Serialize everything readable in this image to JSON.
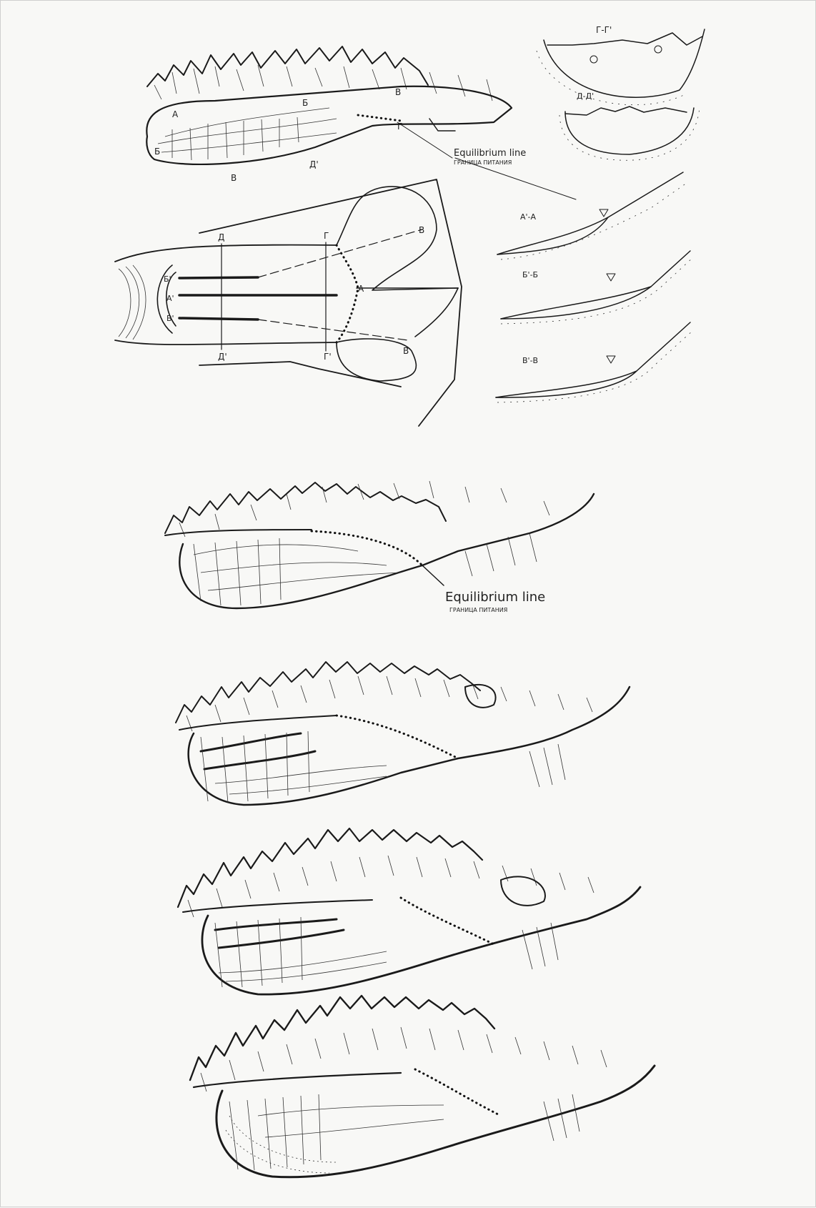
{
  "figure": {
    "top_section": {
      "equilibrium_label_en": "Equilibrium line",
      "equilibrium_label_ru": "ГРАНИЦА ПИТАНИЯ",
      "block_letters": [
        "А",
        "Б",
        "В",
        "Д'",
        "Г",
        "Б",
        "В"
      ],
      "plan_letters": {
        "d_top": "Д",
        "g_top": "Г",
        "d_bottom": "Д'",
        "g_bottom": "Г'",
        "b_left": "Б'",
        "a_left": "А'",
        "v_left": "В'",
        "a_mid": "А",
        "v_top": "В",
        "v_bottom": "В"
      },
      "sections": [
        "Г-Г'",
        "Д-Д'",
        "А'-А",
        "Б'-Б",
        "В'-В"
      ]
    },
    "sketch_2": {
      "equilibrium_label_en": "Equilibrium line",
      "equilibrium_label_ru": "ГРАНИЦА   ПИТАНИЯ"
    },
    "sketches": [
      "glacier-sketch-3",
      "glacier-sketch-4",
      "glacier-sketch-5"
    ]
  }
}
